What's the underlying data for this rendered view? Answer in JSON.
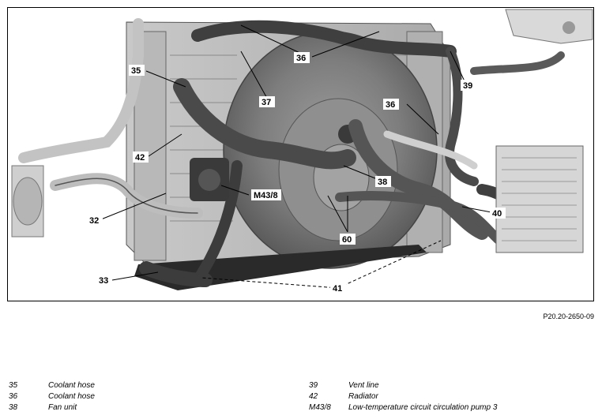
{
  "figure_code": "P20.20-2650-09",
  "callouts": {
    "c35": "35",
    "c36a": "36",
    "c36b": "36",
    "c37": "37",
    "c38": "38",
    "c39": "39",
    "c40": "40",
    "c41": "41",
    "c42": "42",
    "c32": "32",
    "c33": "33",
    "c60": "60",
    "m43": "M43/8"
  },
  "legend": {
    "left": [
      {
        "num": "35",
        "text": "Coolant hose"
      },
      {
        "num": "36",
        "text": "Coolant hose"
      },
      {
        "num": "38",
        "text": "Fan unit"
      }
    ],
    "right": [
      {
        "num": "39",
        "text": "Vent line"
      },
      {
        "num": "42",
        "text": "Radiator"
      },
      {
        "num": "M43/8",
        "text": "Low-temperature circuit circulation pump 3"
      }
    ]
  }
}
